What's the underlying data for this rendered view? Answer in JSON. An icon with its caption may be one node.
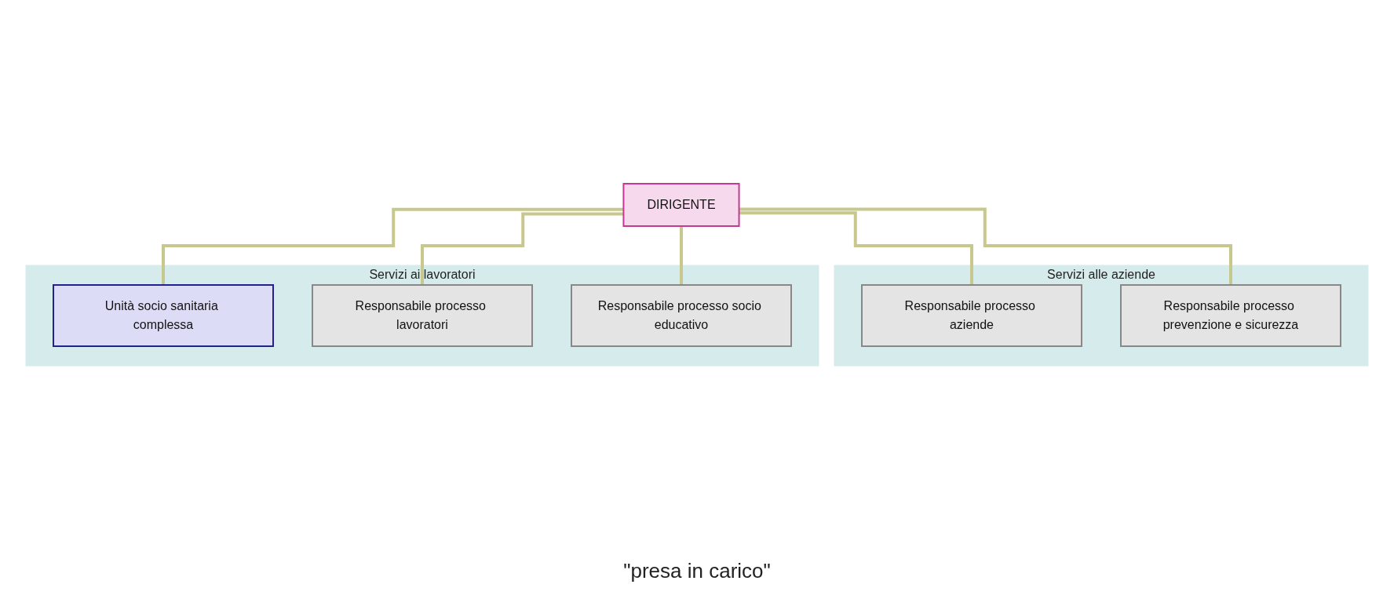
{
  "diagram": {
    "nodes": [
      {
        "text": [
          "DIRIGENTE"
        ]
      },
      {
        "text": [
          "Servizi alle aziende"
        ]
      },
      {
        "text": [
          "Responsabile processo aziende"
        ],
        "in": 1
      },
      {
        "text": [
          "Responsabile processo prevenzione e sicurezza"
        ],
        "in": 1
      },
      {
        "text": [
          "Servizi ai lavoratori"
        ]
      },
      {
        "text": [
          "Unità socio sanitaria complessa"
        ],
        "in": 4
      },
      {
        "text": [
          "Responsabile processo lavoratori"
        ],
        "in": 4
      },
      {
        "text": [
          "Responsabile processo socio educativo"
        ],
        "in": 4
      }
    ],
    "edges": [
      {
        "from": 0,
        "to": 5,
        "arrow": "none"
      },
      {
        "from": 0,
        "to": 2,
        "arrow": "none"
      },
      {
        "from": 0,
        "to": 3,
        "arrow": "none"
      },
      {
        "from": 0,
        "to": 6,
        "arrow": "none"
      },
      {
        "from": 0,
        "to": 7,
        "arrow": "none"
      }
    ],
    "labels": [
      "\"presa in carico\""
    ]
  }
}
